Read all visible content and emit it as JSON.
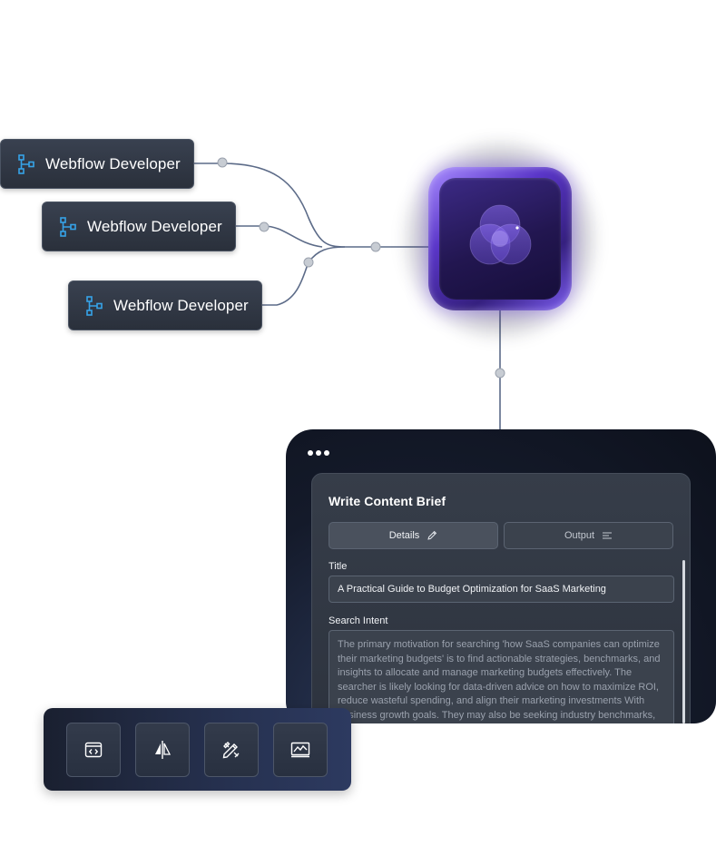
{
  "nodes": [
    {
      "label": "Webflow Developer",
      "icon": "sitemap-icon"
    },
    {
      "label": "Webflow Developer",
      "icon": "sitemap-icon"
    },
    {
      "label": "Webflow Developer",
      "icon": "sitemap-icon"
    }
  ],
  "hub": {
    "icon": "overlapping-circles-logo-icon"
  },
  "panel": {
    "menu_icon": "more-dots-icon",
    "card": {
      "title": "Write Content Brief",
      "tabs": [
        {
          "label": "Details",
          "icon": "pencil-icon",
          "active": true
        },
        {
          "label": "Output",
          "icon": "text-lines-icon",
          "active": false
        }
      ],
      "fields": {
        "title_label": "Title",
        "title_value": "A Practical Guide to Budget Optimization for SaaS Marketing",
        "intent_label": "Search Intent",
        "intent_value": "The primary motivation for searching 'how SaaS companies can optimize their marketing budgets' is to find actionable strategies, benchmarks, and insights to allocate and manage marketing budgets effectively. The searcher is likely looking for data-driven advice on how to maximize ROI, reduce wasteful spending, and align their marketing investments With business growth goals. They may also be seeking industry benchmarks, tools, or frameworks to guide their decision-making process."
      }
    }
  },
  "toolbar": {
    "buttons": [
      {
        "icon": "code-window-icon"
      },
      {
        "icon": "compare-split-icon"
      },
      {
        "icon": "design-tools-icon"
      },
      {
        "icon": "analytics-chart-icon"
      }
    ]
  },
  "colors": {
    "node_bg": "#333a46",
    "hub_accent": "#6b46e0",
    "panel_bg": "#141a2a",
    "wire": "#5a6a86",
    "icon_accent": "#36a3e8"
  }
}
